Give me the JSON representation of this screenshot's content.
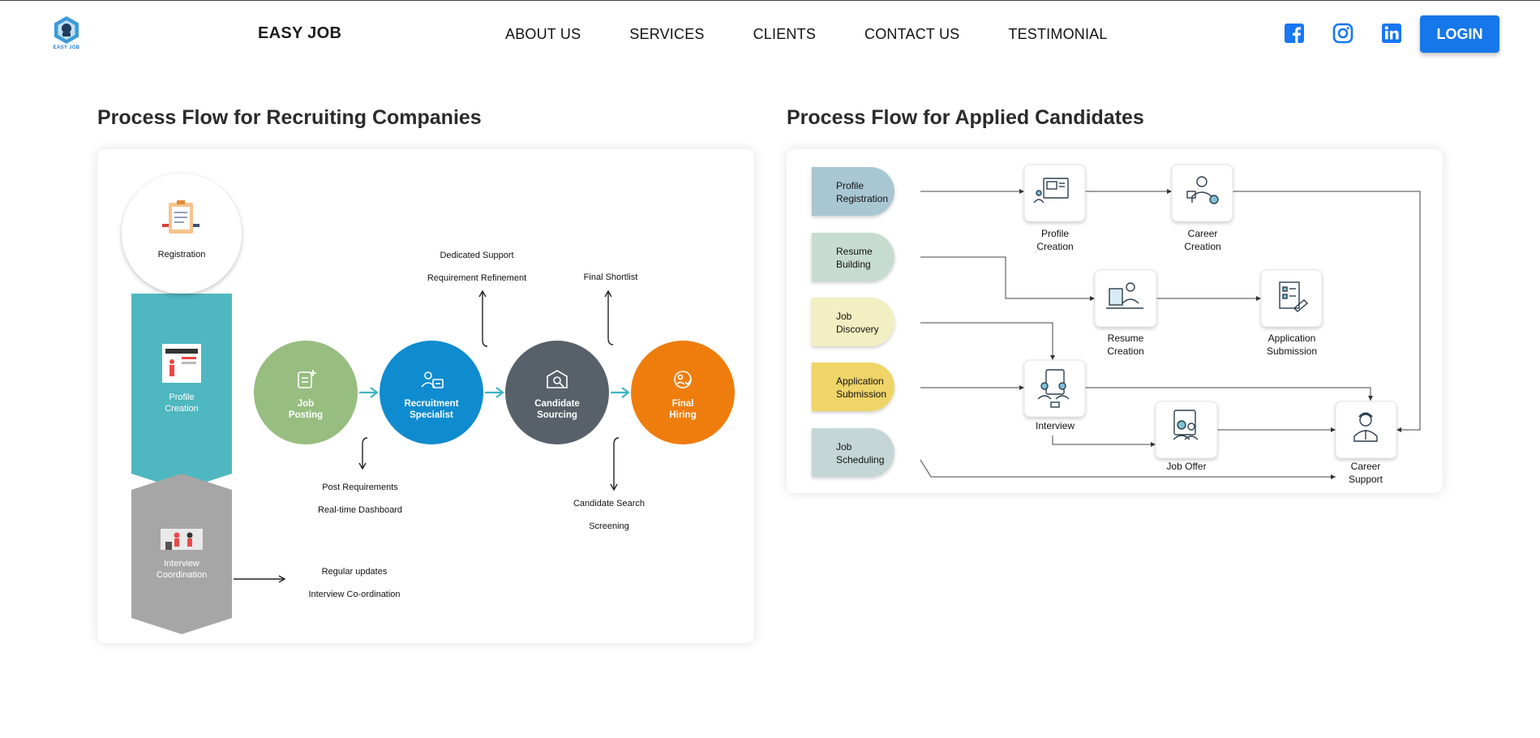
{
  "header": {
    "logo_text": "EASY JOB",
    "brand": "EASY JOB",
    "nav": [
      "ABOUT US",
      "SERVICES",
      "CLIENTS",
      "CONTACT US",
      "TESTIMONIAL"
    ],
    "social": [
      "facebook-icon",
      "instagram-icon",
      "linkedin-icon"
    ],
    "login_label": "LOGIN",
    "accent": "#1677ea"
  },
  "companies": {
    "title": "Process Flow for Recruiting Companies",
    "side_steps": [
      {
        "label": "Registration",
        "color": "#ffffff"
      },
      {
        "label1": "Profile",
        "label2": "Creation",
        "color": "#4fb7bf"
      },
      {
        "label1": "Interview",
        "label2": "Coordination",
        "color": "#a6a6a6"
      }
    ],
    "circles": [
      {
        "l1": "Job",
        "l2": "Posting",
        "color": "#97bd80"
      },
      {
        "l1": "Recruitment",
        "l2": "Specialist",
        "color": "#0f8bcf"
      },
      {
        "l1": "Candidate",
        "l2": "Sourcing",
        "color": "#586069"
      },
      {
        "l1": "Final",
        "l2": "Hiring",
        "color": "#ef7d0e"
      }
    ],
    "notes": {
      "dedicated_support": "Dedicated Support",
      "requirement_refinement": "Requirement Refinement",
      "final_shortlist": "Final Shortlist",
      "post_requirements": "Post Requirements",
      "realtime_dashboard": "Real-time Dashboard",
      "candidate_search": "Candidate Search",
      "screening": "Screening",
      "regular_updates": "Regular updates",
      "interview_coordination": "Interview Co-ordination"
    }
  },
  "candidates": {
    "title": "Process Flow for Applied Candidates",
    "tabs": [
      {
        "l1": "Profile",
        "l2": "Registration",
        "color": "#a9c6d3"
      },
      {
        "l1": "Resume",
        "l2": "Building",
        "color": "#c7dcd0"
      },
      {
        "l1": "Job",
        "l2": "Discovery",
        "color": "#f2efc2"
      },
      {
        "l1": "Application",
        "l2": "Submission",
        "color": "#efd467"
      },
      {
        "l1": "Job",
        "l2": "Scheduling",
        "color": "#c4d6d6"
      }
    ],
    "nodes": {
      "profile_creation": [
        "Profile",
        "Creation"
      ],
      "career_creation": [
        "Career",
        "Creation"
      ],
      "resume_creation": [
        "Resume",
        "Creation"
      ],
      "application_submission": [
        "Application",
        "Submission"
      ],
      "interview": [
        "Interview"
      ],
      "job_offer": [
        "Job Offer"
      ],
      "career_support": [
        "Career",
        "Support"
      ]
    }
  }
}
